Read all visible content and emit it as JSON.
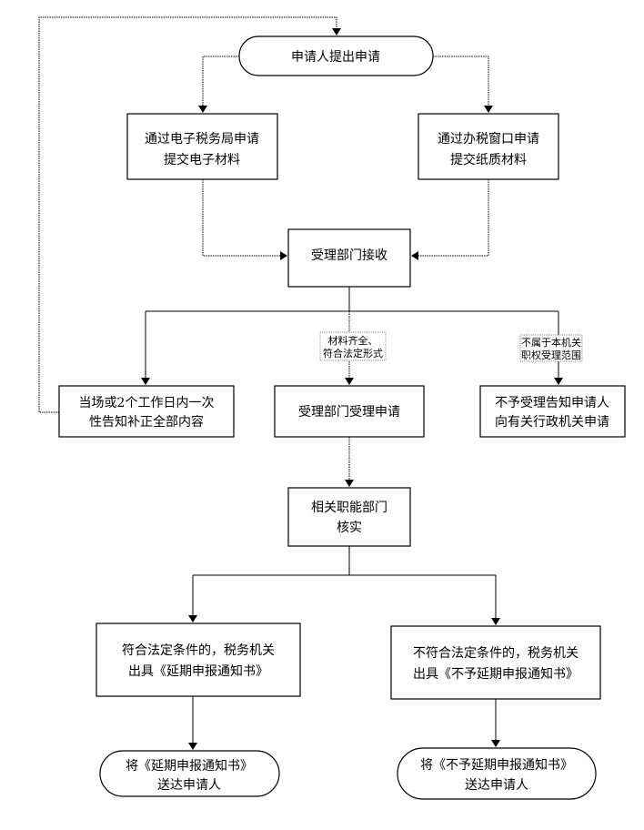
{
  "nodes": {
    "start": "申请人提出申请",
    "online": [
      "通过电子税务局申请",
      "提交电子材料"
    ],
    "window": [
      "通过办税窗口申请",
      "提交纸质材料"
    ],
    "receive": "受理部门接收",
    "supplement": [
      "当场或2个工作日内一次",
      "性告知补正全部内容"
    ],
    "accept": "受理部门受理申请",
    "reject": [
      "不予受理告知申请人",
      "向有关行政机关申请"
    ],
    "verify": [
      "相关职能部门",
      "核实"
    ],
    "approve": [
      "符合法定条件的，税务机关",
      "出具《延期申报通知书》"
    ],
    "deny": [
      "不符合法定条件的，税务机关",
      "出具《不予延期申报通知书》"
    ],
    "deliver_approve": [
      "将《延期申报通知书》",
      "送达申请人"
    ],
    "deliver_deny": [
      "将《不予延期申报通知书》",
      "送达申请人"
    ]
  },
  "edge_labels": {
    "complete": [
      "材料齐全、",
      "符合法定形式"
    ],
    "out_of_scope": [
      "不属于本机关",
      "职权受理范围"
    ]
  }
}
